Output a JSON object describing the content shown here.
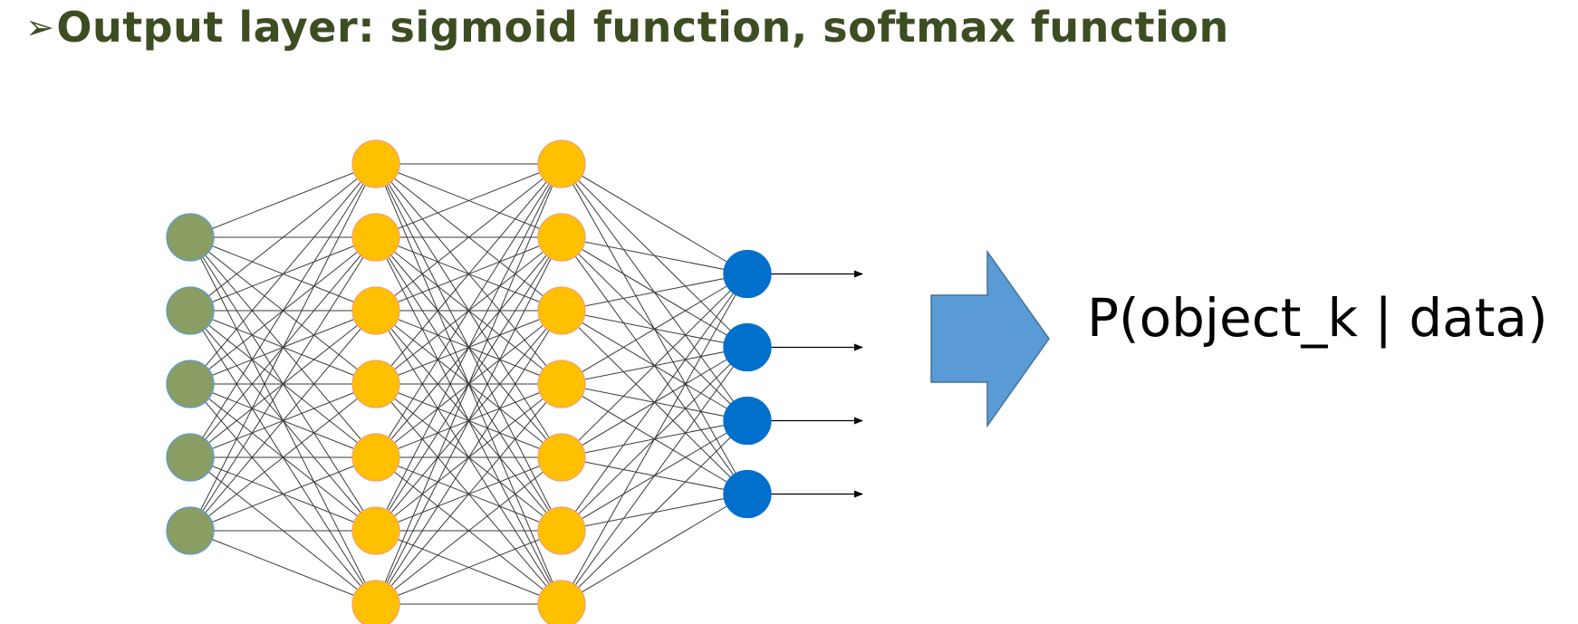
{
  "slide": {
    "bullet": "➢",
    "title": "Output layer: sigmoid function, softmax function",
    "title_color": "#3d4d22"
  },
  "network": {
    "layers": [
      {
        "role": "input",
        "count": 5,
        "fill": "#8a9e63",
        "stroke": "#5b9bd5"
      },
      {
        "role": "hidden",
        "count": 7,
        "fill": "#ffc000",
        "stroke": "#f4a070"
      },
      {
        "role": "hidden",
        "count": 7,
        "fill": "#ffc000",
        "stroke": "#f4a070"
      },
      {
        "role": "output",
        "count": 4,
        "fill": "#0070cc",
        "stroke": "#0070cc"
      }
    ],
    "edge_color": "#3a3a3a",
    "output_arrow_color": "#000000"
  },
  "transition_arrow": {
    "icon": "right-arrow-icon",
    "fill": "#5b9bd5",
    "stroke": "#41719c"
  },
  "result": {
    "text": "P(object_k | data)"
  }
}
